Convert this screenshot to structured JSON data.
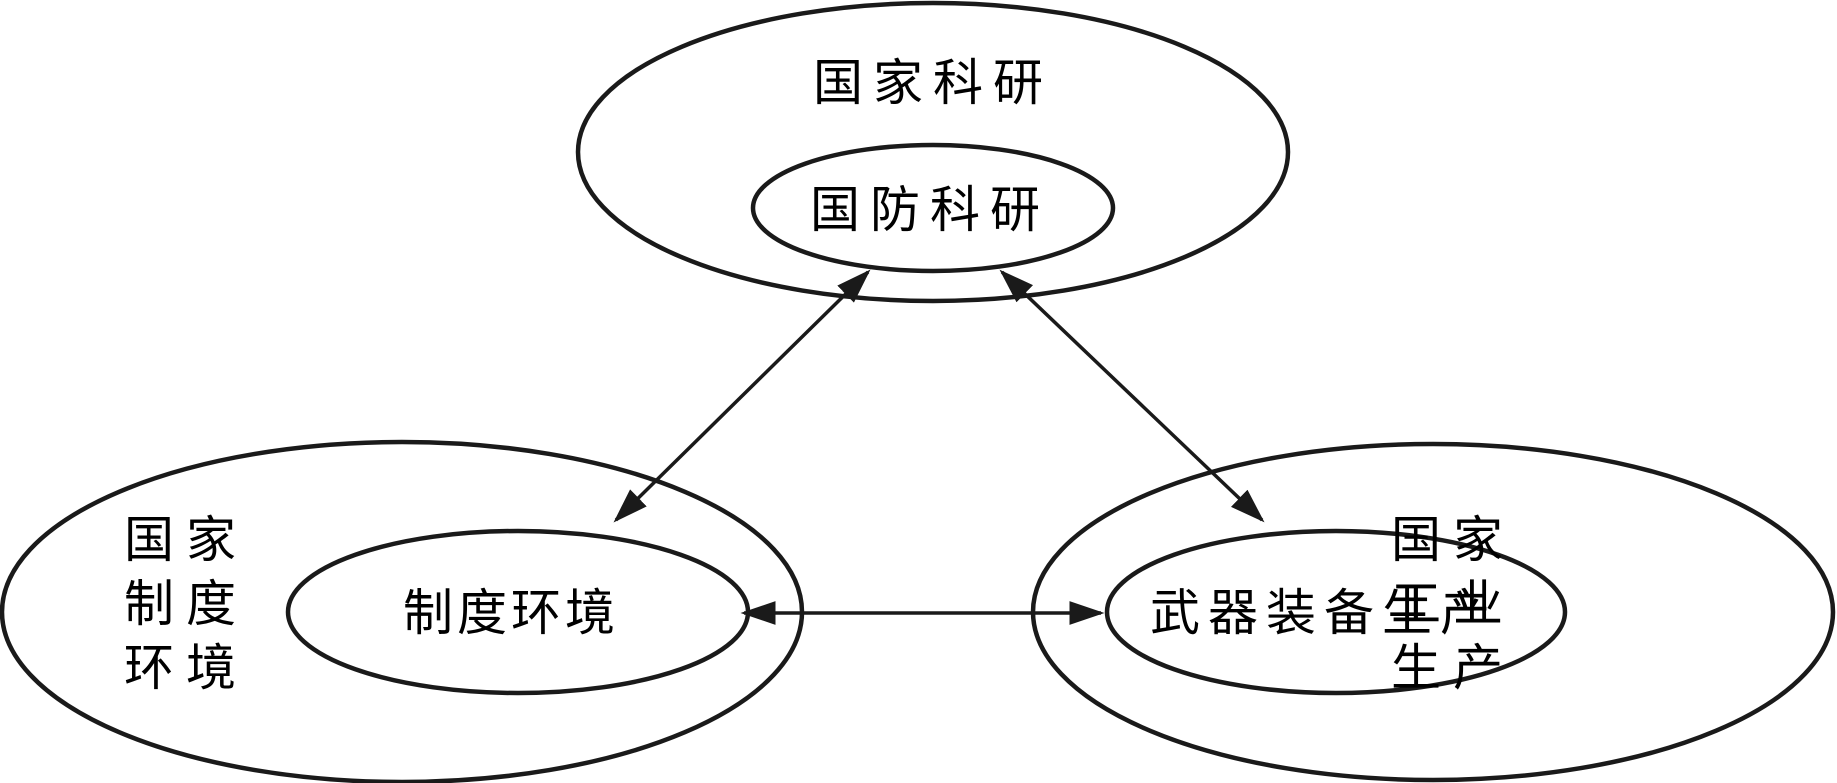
{
  "diagram": {
    "nodes": {
      "national_research": {
        "outer_label": "国家科研",
        "inner_label": "国防科研"
      },
      "institutional_environment": {
        "outer_label_chars": [
          "国",
          "家",
          "制",
          "度",
          "环",
          "境"
        ],
        "outer_label": "国家制度环境",
        "inner_label": "制度环境"
      },
      "industrial_production": {
        "outer_label_chars": [
          "国",
          "家",
          "工",
          "业",
          "生",
          "产"
        ],
        "outer_label": "国家工业生产",
        "inner_label": "武器装备生产"
      }
    },
    "edges": [
      {
        "from": "国防科研",
        "to": "制度环境",
        "type": "bidirectional"
      },
      {
        "from": "国防科研",
        "to": "武器装备生产",
        "type": "bidirectional"
      },
      {
        "from": "制度环境",
        "to": "武器装备生产",
        "type": "bidirectional"
      }
    ],
    "stroke_color": "#1a1a1a",
    "text_color": "#000000",
    "background": "#ffffff"
  }
}
